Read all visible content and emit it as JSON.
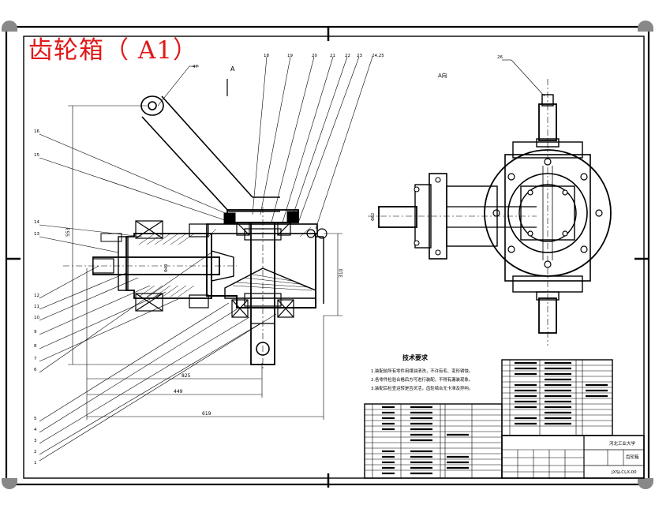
{
  "title": "齿轮箱（ A1）",
  "view_label_a": "A",
  "view_label_a_dir": "A向",
  "callouts_top": [
    "47",
    "18",
    "19",
    "20",
    "21",
    "22",
    "23",
    "24,25"
  ],
  "callouts_left": [
    "16",
    "15",
    "14",
    "13",
    "12",
    "11",
    "10",
    "9",
    "8",
    "7",
    "6",
    "5",
    "4",
    "3",
    "2",
    "1"
  ],
  "callout_right_view": "26",
  "dims": {
    "height_total": "553",
    "height_right": "310",
    "width_1": "825",
    "width_2": "449",
    "width_3": "619",
    "shaft_dia": "Φ40",
    "right_dia": "Φ62"
  },
  "tech_requirements": {
    "heading": "技术要求",
    "items": [
      "1.装配前所有零件用煤油清洗，不许有毛、变形锈蚀。",
      "2.各零件检验合格后方可进行装配，不得有漏装现象。",
      "3.装配后检查运转是否灵活，齿轮啮合无卡滞及异响。"
    ]
  },
  "title_block": {
    "school": "河北工业大学",
    "drawing_name": "齿轮箱",
    "drawing_no": "JXSJ-CLX-00"
  },
  "colors": {
    "title": "#e01818",
    "line": "#000000"
  }
}
